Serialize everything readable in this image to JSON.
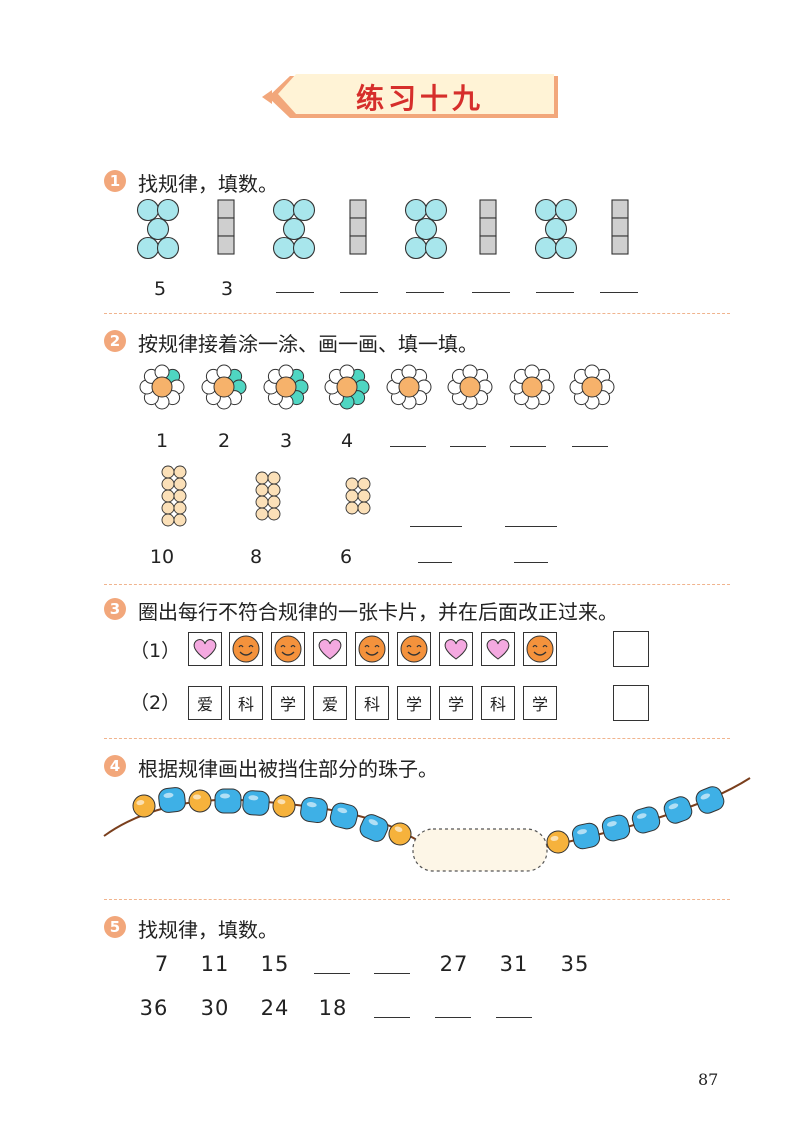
{
  "page": {
    "title": "练习十九",
    "page_number": "87"
  },
  "q1": {
    "badge": "1",
    "instruction": "找规律，填数。",
    "given": [
      "5",
      "3"
    ],
    "blank_count": 6
  },
  "q2": {
    "badge": "2",
    "instruction": "按规律接着涂一涂、画一画、填一填。",
    "flower_numbers": [
      "1",
      "2",
      "3",
      "4"
    ],
    "flower_colored_petals": [
      1,
      2,
      3,
      4
    ],
    "flower_total": 8,
    "bead_numbers": [
      "10",
      "8",
      "6"
    ]
  },
  "q3": {
    "badge": "3",
    "instruction": "圈出每行不符合规律的一张卡片，并在后面改正过来。",
    "row1_label": "（1）",
    "row1_cards": [
      "heart",
      "smiley",
      "smiley",
      "heart",
      "smiley",
      "smiley",
      "heart",
      "heart",
      "smiley"
    ],
    "row2_label": "（2）",
    "row2_cards": [
      "爱",
      "科",
      "学",
      "爱",
      "科",
      "学",
      "学",
      "科",
      "学"
    ]
  },
  "q4": {
    "badge": "4",
    "instruction": "根据规律画出被挡住部分的珠子。"
  },
  "q5": {
    "badge": "5",
    "instruction": "找规律，填数。",
    "row1": [
      "7",
      "11",
      "15",
      "",
      "",
      "27",
      "31",
      "35"
    ],
    "row2": [
      "36",
      "30",
      "24",
      "18",
      "",
      "",
      ""
    ]
  },
  "colors": {
    "accent": "#f2a77b",
    "title_red": "#d62e2b",
    "circle_blue": "#a8e6ec",
    "petal_teal": "#4fd6c2",
    "flower_center": "#f6b26b",
    "bead_blue": "#3eb0e6",
    "bead_orange": "#f6b23c",
    "heart_pink": "#f4a9e0",
    "smiley_orange": "#f4923c"
  }
}
